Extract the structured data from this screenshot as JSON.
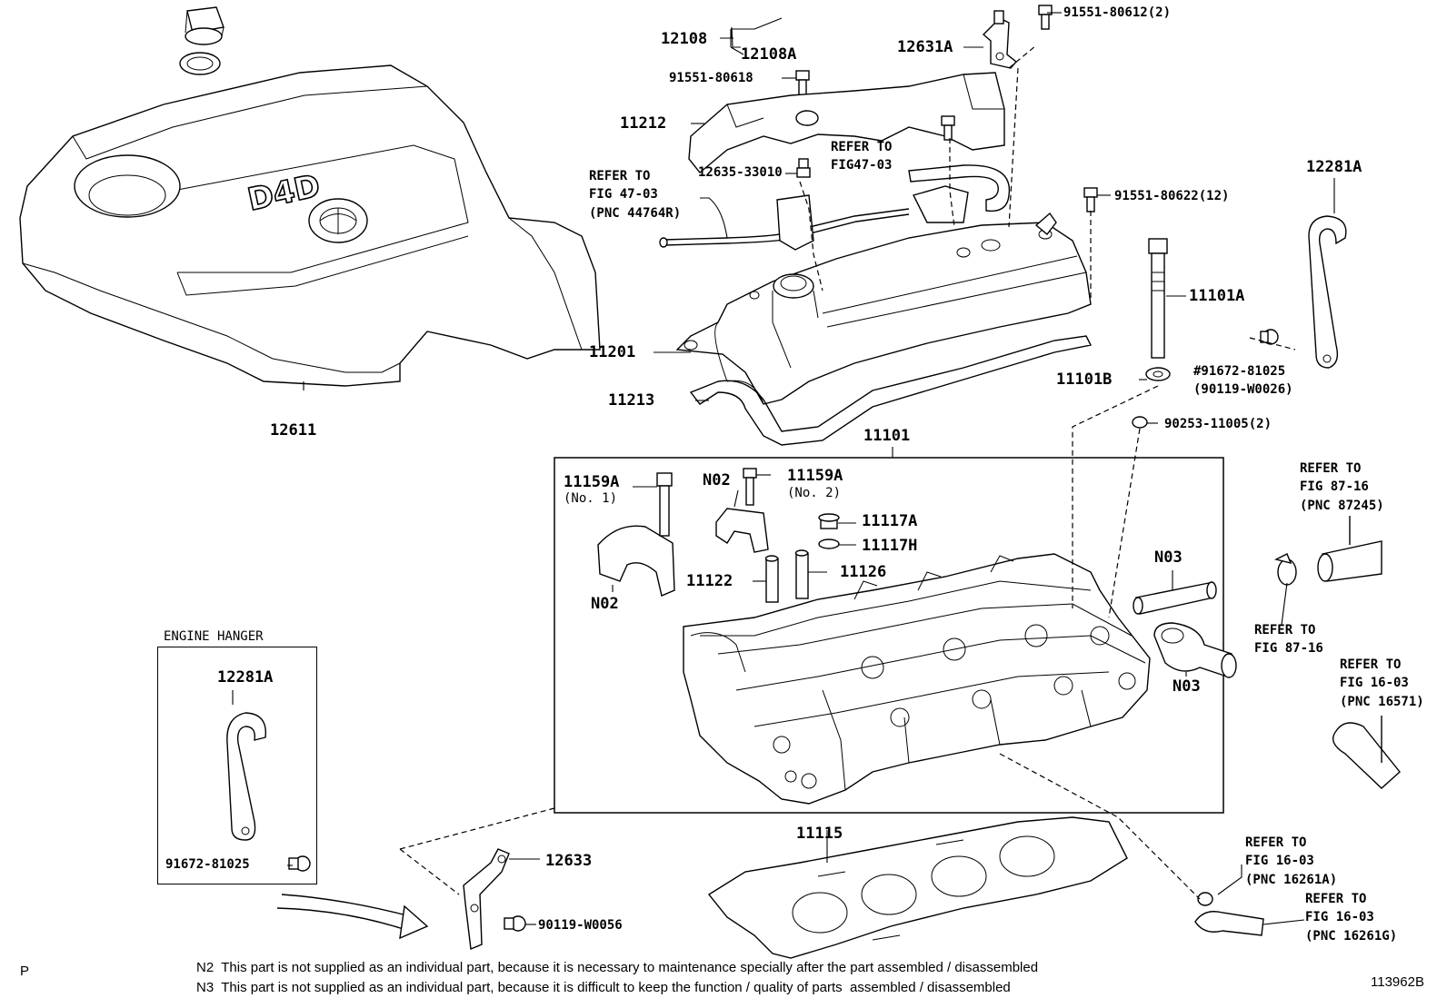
{
  "labels": {
    "p12108": "12108",
    "p12108a": "12108A",
    "p91551_80618": "91551-80618",
    "p12631a": "12631A",
    "p91551_80612": "91551-80612(2)",
    "p11212": "11212",
    "refer_47_03_a": "REFER TO\nFIG47-03",
    "p12635": "12635-33010",
    "refer_47_03_b": "REFER TO\nFIG 47-03\n(PNC 44764R)",
    "p91551_80622": "91551-80622(12)",
    "p12281a_top": "12281A",
    "p11101a": "11101A",
    "p11201": "11201",
    "p11101b": "11101B",
    "p91672_a": "#91672-81025\n(90119-W0026)",
    "p11213": "11213",
    "p90253": "90253-11005(2)",
    "p12611": "12611",
    "p11101": "11101",
    "p11159a_1": "11159A",
    "no1": "(No. 1)",
    "n02_a": "N02",
    "p11159a_2": "11159A",
    "no2": "(No. 2)",
    "p11117a": "11117A",
    "p11117h": "11117H",
    "p11122": "11122",
    "p11126": "11126",
    "n02_b": "N02",
    "n03_a": "N03",
    "n03_b": "N03",
    "refer_87_16_a": "REFER TO\nFIG 87-16\n(PNC 87245)",
    "refer_87_16_b": "REFER TO\nFIG 87-16",
    "refer_16_03_a": "REFER TO\nFIG 16-03\n(PNC 16571)",
    "engine_hanger": "ENGINE HANGER",
    "p12281a_box": "12281A",
    "p91672_box": "91672-81025",
    "p11115": "11115",
    "p12633": "12633",
    "p90119": "90119-W0056",
    "refer_16_03_b": "REFER TO\nFIG 16-03\n(PNC 16261A)",
    "refer_16_03_c": "REFER TO\nFIG 16-03\n(PNC 16261G)",
    "p_mark": "P",
    "fig_id": "113962B"
  },
  "emblem": {
    "text": "D4D"
  },
  "notes": {
    "n2": "N2  This part is not supplied as an individual part, because it is necessary to maintenance specially after the part assembled / disassembled",
    "n3": "N3  This part is not supplied as an individual part, because it is difficult to keep the function / quality of parts  assembled / disassembled"
  }
}
